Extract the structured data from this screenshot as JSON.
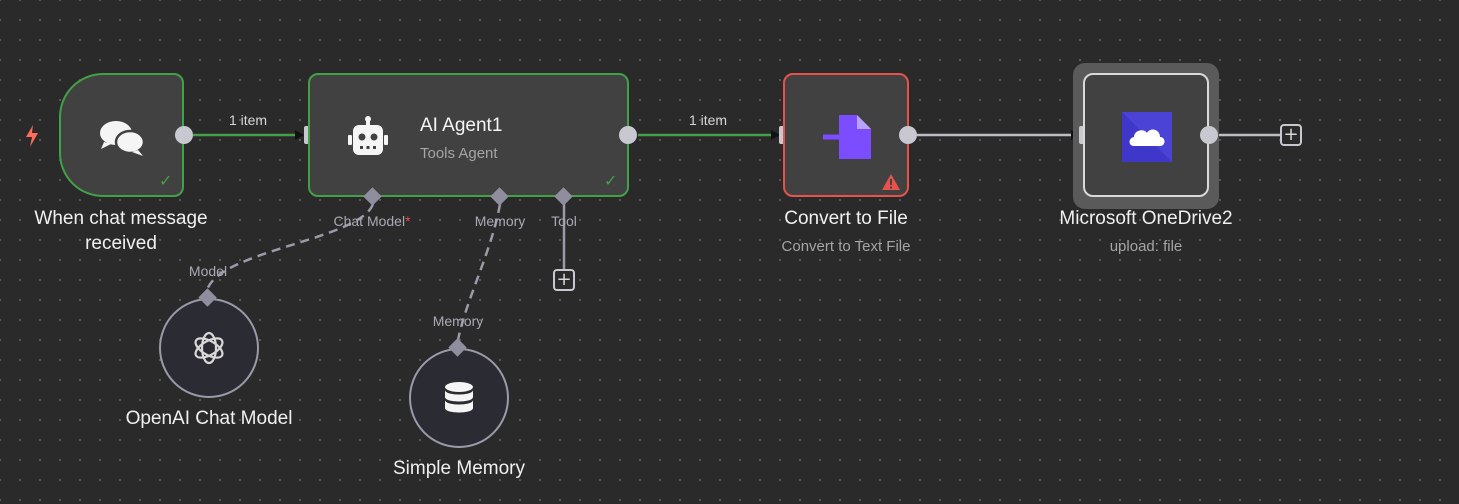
{
  "colors": {
    "success": "#43a047",
    "error": "#e5534b",
    "trigger_bolt": "#ff6d5a",
    "convert_icon": "#7b4dff",
    "onedrive_bg": "#3f37c9"
  },
  "nodes": {
    "chat_trigger": {
      "label": "When chat message received",
      "label_line1": "When chat message",
      "label_line2": "received",
      "icon": "chat-bubbles-icon",
      "status": "success"
    },
    "ai_agent": {
      "title": "AI Agent1",
      "subtitle": "Tools Agent",
      "icon": "robot-icon",
      "status": "success",
      "ports": {
        "chat_model": "Chat Model",
        "required_mark": "*",
        "memory": "Memory",
        "tool": "Tool"
      }
    },
    "convert_to_file": {
      "title": "Convert to File",
      "subtitle": "Convert to Text File",
      "icon": "file-import-icon",
      "status": "warning"
    },
    "onedrive": {
      "title": "Microsoft OneDrive2",
      "subtitle": "upload: file",
      "icon": "onedrive-cloud-icon",
      "status": "selected"
    },
    "openai_model": {
      "title": "OpenAI Chat Model",
      "port_label": "Model",
      "icon": "openai-icon"
    },
    "simple_memory": {
      "title": "Simple Memory",
      "port_label": "Memory",
      "icon": "database-icon"
    }
  },
  "edges": {
    "trigger_to_agent": "1 item",
    "agent_to_convert": "1 item"
  },
  "add_button_symbol": "+"
}
